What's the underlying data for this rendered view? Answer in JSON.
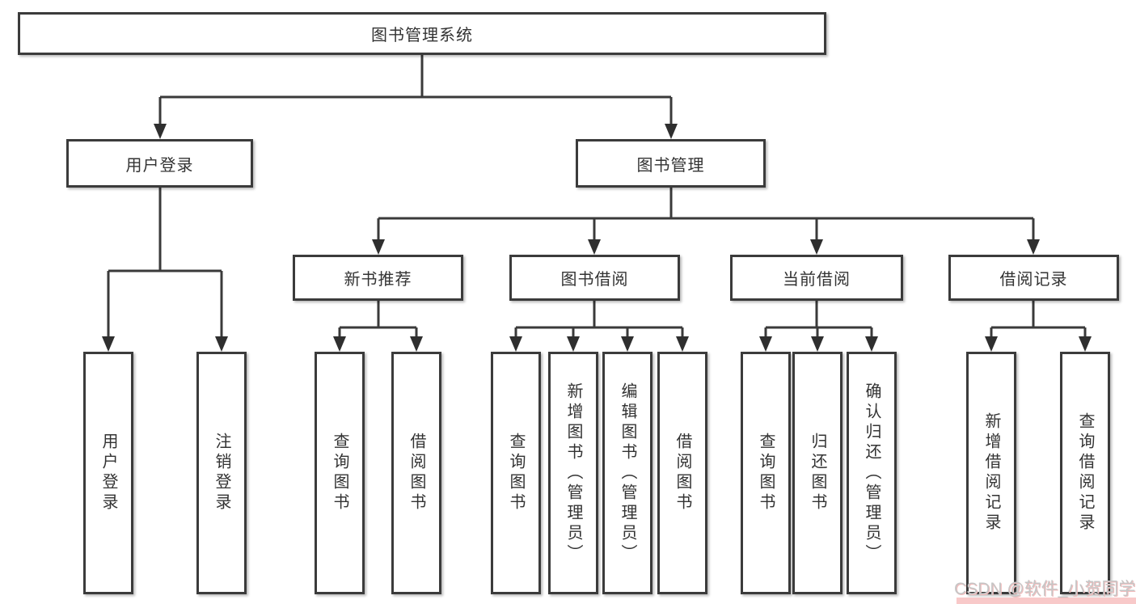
{
  "diagram": {
    "title": "图书管理系统",
    "root": {
      "label": "图书管理系统",
      "children": [
        {
          "label": "用户登录",
          "children": [
            {
              "label": "用户登录"
            },
            {
              "label": "注销登录"
            }
          ]
        },
        {
          "label": "图书管理",
          "children": [
            {
              "label": "新书推荐",
              "children": [
                {
                  "label": "查询图书"
                },
                {
                  "label": "借阅图书"
                }
              ]
            },
            {
              "label": "图书借阅",
              "children": [
                {
                  "label": "查询图书"
                },
                {
                  "label": "新增图书（管理员）"
                },
                {
                  "label": "编辑图书（管理员）"
                },
                {
                  "label": "借阅图书"
                }
              ]
            },
            {
              "label": "当前借阅",
              "children": [
                {
                  "label": "查询图书"
                },
                {
                  "label": "归还图书"
                },
                {
                  "label": "确认归还（管理员）"
                }
              ]
            },
            {
              "label": "借阅记录",
              "children": [
                {
                  "label": "新增借阅记录"
                },
                {
                  "label": "查询借阅记录"
                }
              ]
            }
          ]
        }
      ]
    }
  },
  "colors": {
    "line": "#3a3a3a",
    "box_border": "#3b3b3b",
    "text": "#333333",
    "background": "#ffffff",
    "watermark_text": "#c6c6c6",
    "watermark_pink": "#f8c9c9"
  },
  "watermark": {
    "text": "CSDN @软件_小贺同学"
  }
}
